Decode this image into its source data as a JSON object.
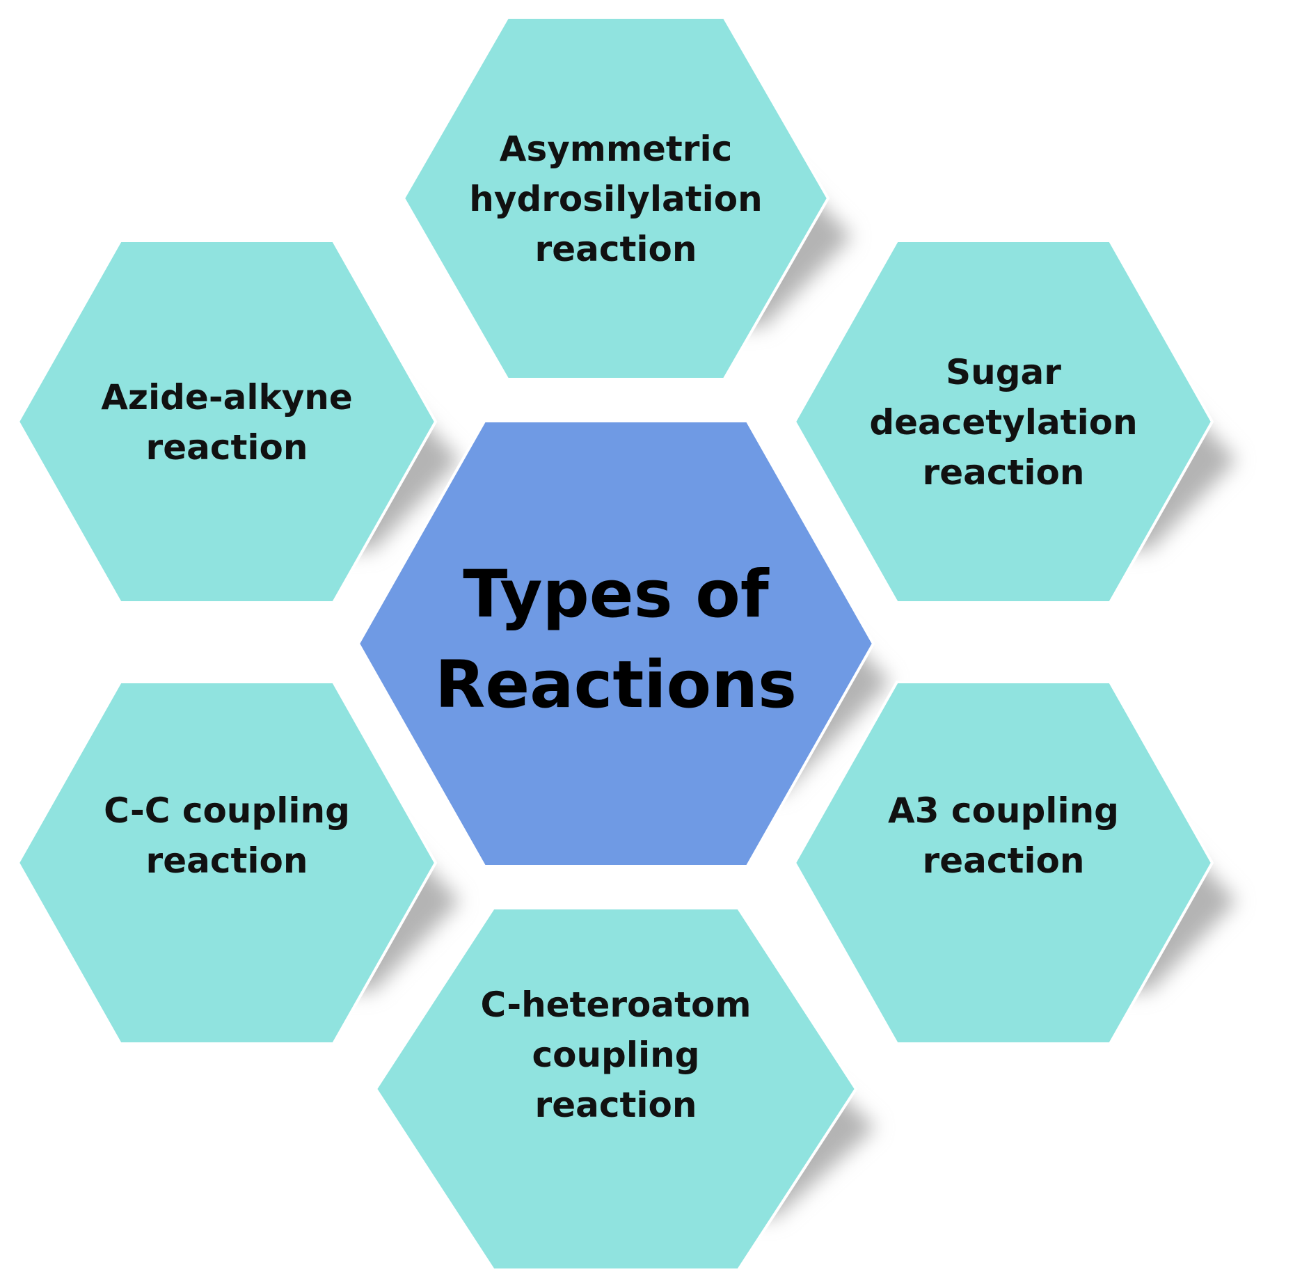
{
  "colors": {
    "center_fill": "#6f9ae4",
    "outer_fill": "#90e3df",
    "shadow": "#b4b4b4",
    "text": "#111111"
  },
  "center": {
    "lines": [
      "Types of",
      "Reactions"
    ]
  },
  "outer": [
    {
      "id": "top",
      "lines": [
        "Asymmetric",
        "hydrosilylation",
        "reaction"
      ]
    },
    {
      "id": "upper-right",
      "lines": [
        "Sugar",
        "deacetylation",
        "reaction"
      ]
    },
    {
      "id": "lower-right",
      "lines": [
        "A3 coupling",
        "reaction"
      ]
    },
    {
      "id": "bottom",
      "lines": [
        "C-heteroatom",
        "coupling",
        "reaction"
      ]
    },
    {
      "id": "lower-left",
      "lines": [
        "C-C coupling",
        "reaction"
      ]
    },
    {
      "id": "upper-left",
      "lines": [
        "Azide-alkyne",
        "reaction"
      ]
    }
  ]
}
